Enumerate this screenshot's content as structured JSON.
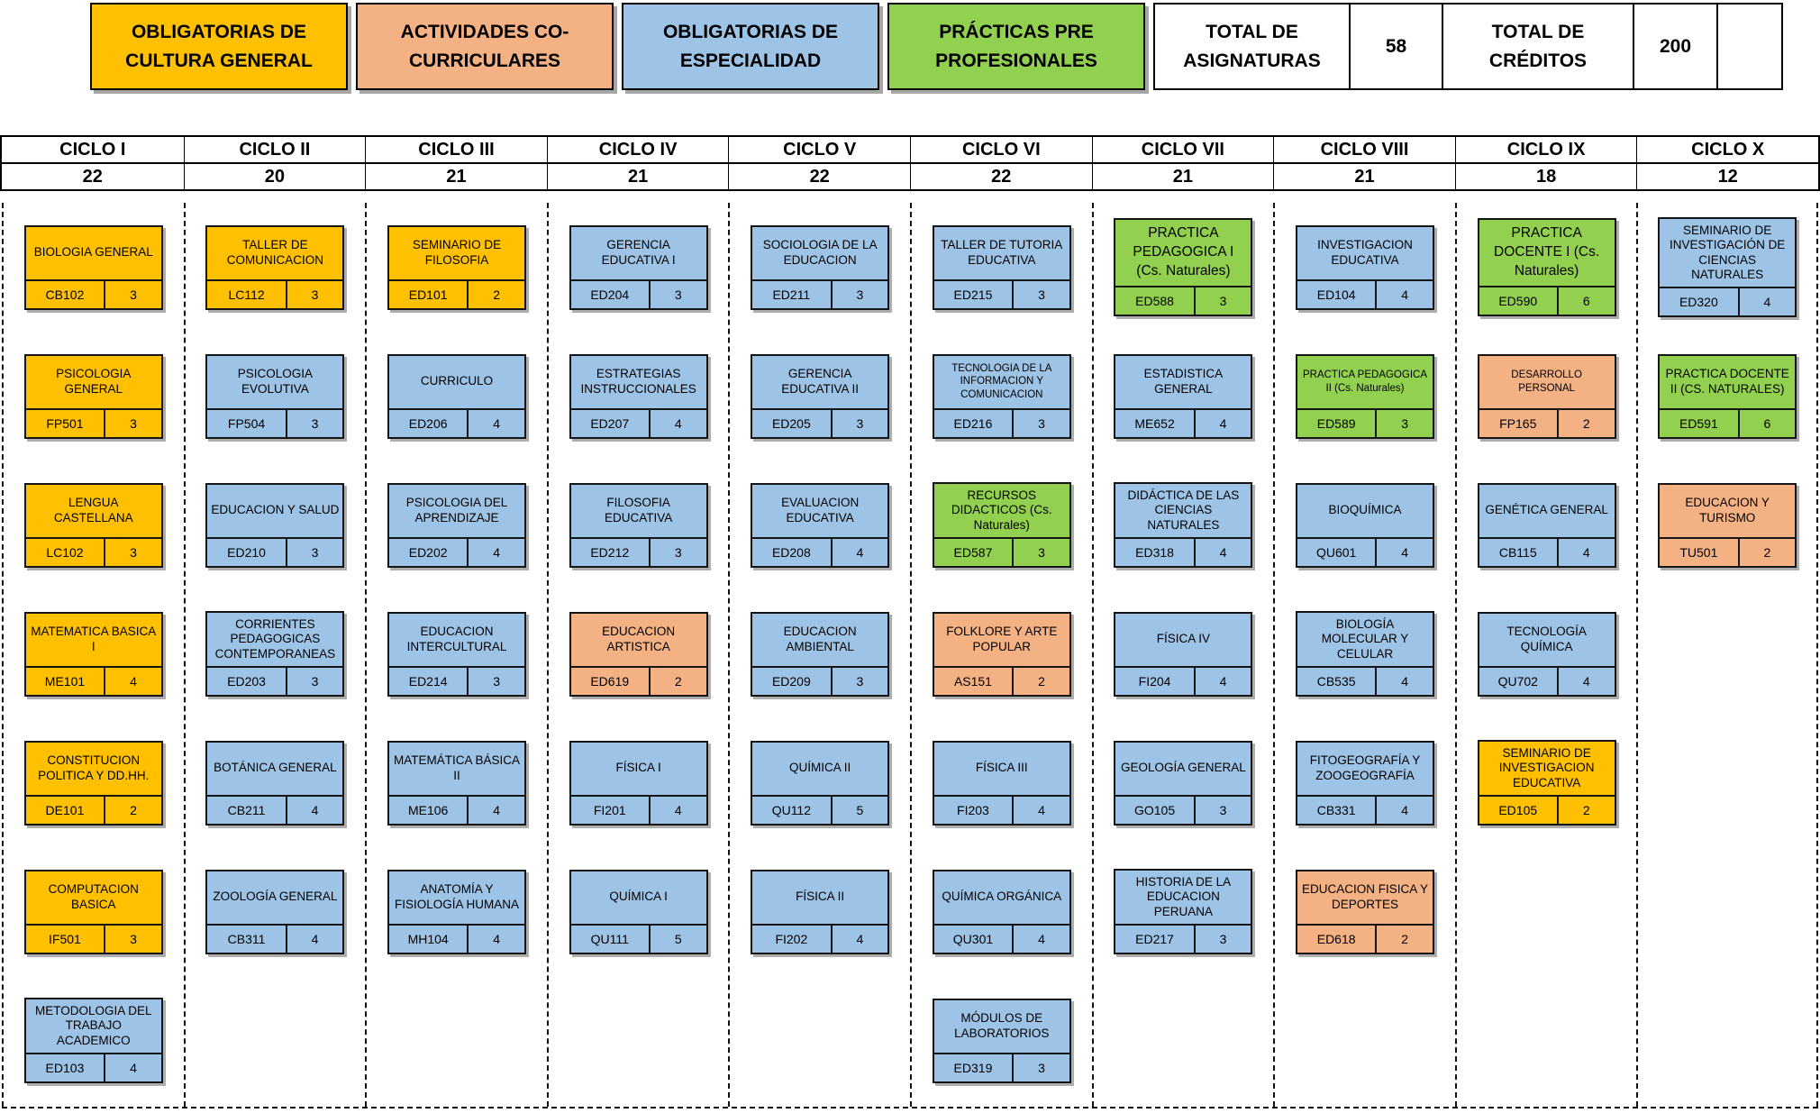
{
  "legend": {
    "categories": [
      {
        "key": "general",
        "label": "OBLIGATORIAS DE CULTURA GENERAL",
        "color": "#FFC000"
      },
      {
        "key": "cocurricular",
        "label": "ACTIVIDADES CO-CURRICULARES",
        "color": "#F4B183"
      },
      {
        "key": "especialidad",
        "label": "OBLIGATORIAS DE ESPECIALIDAD",
        "color": "#9DC3E6"
      },
      {
        "key": "practicas",
        "label": "PRÁCTICAS PRE PROFESIONALES",
        "color": "#92D050"
      }
    ],
    "totals": {
      "asignaturas_label": "TOTAL DE ASIGNATURAS",
      "asignaturas_value": "58",
      "creditos_label": "TOTAL DE CRÉDITOS",
      "creditos_value": "200"
    }
  },
  "cycles": [
    {
      "name": "CICLO I",
      "credits": "22",
      "courses": [
        {
          "title": "BIOLOGIA GENERAL",
          "code": "CB102",
          "credits": "3",
          "category": "general"
        },
        {
          "title": "PSICOLOGIA GENERAL",
          "code": "FP501",
          "credits": "3",
          "category": "general"
        },
        {
          "title": "LENGUA CASTELLANA",
          "code": "LC102",
          "credits": "3",
          "category": "general"
        },
        {
          "title": "MATEMATICA BASICA I",
          "code": "ME101",
          "credits": "4",
          "category": "general"
        },
        {
          "title": "CONSTITUCION POLITICA Y DD.HH.",
          "code": "DE101",
          "credits": "2",
          "category": "general"
        },
        {
          "title": "COMPUTACION BASICA",
          "code": "IF501",
          "credits": "3",
          "category": "general"
        },
        {
          "title": "METODOLOGIA DEL TRABAJO ACADEMICO",
          "code": "ED103",
          "credits": "4",
          "category": "especialidad"
        }
      ]
    },
    {
      "name": "CICLO II",
      "credits": "20",
      "courses": [
        {
          "title": "TALLER DE COMUNICACION",
          "code": "LC112",
          "credits": "3",
          "category": "general"
        },
        {
          "title": "PSICOLOGIA EVOLUTIVA",
          "code": "FP504",
          "credits": "3",
          "category": "especialidad"
        },
        {
          "title": "EDUCACION Y SALUD",
          "code": "ED210",
          "credits": "3",
          "category": "especialidad"
        },
        {
          "title": "CORRIENTES PEDAGOGICAS CONTEMPORANEAS",
          "code": "ED203",
          "credits": "3",
          "category": "especialidad"
        },
        {
          "title": "BOTÁNICA GENERAL",
          "code": "CB211",
          "credits": "4",
          "category": "especialidad"
        },
        {
          "title": "ZOOLOGÍA GENERAL",
          "code": "CB311",
          "credits": "4",
          "category": "especialidad"
        }
      ]
    },
    {
      "name": "CICLO III",
      "credits": "21",
      "courses": [
        {
          "title": "SEMINARIO DE FILOSOFIA",
          "code": "ED101",
          "credits": "2",
          "category": "general"
        },
        {
          "title": "CURRICULO",
          "code": "ED206",
          "credits": "4",
          "category": "especialidad"
        },
        {
          "title": "PSICOLOGIA DEL APRENDIZAJE",
          "code": "ED202",
          "credits": "4",
          "category": "especialidad"
        },
        {
          "title": "EDUCACION INTERCULTURAL",
          "code": "ED214",
          "credits": "3",
          "category": "especialidad"
        },
        {
          "title": "MATEMÁTICA BÁSICA II",
          "code": "ME106",
          "credits": "4",
          "category": "especialidad"
        },
        {
          "title": "ANATOMÍA Y FISIOLOGÍA HUMANA",
          "code": "MH104",
          "credits": "4",
          "category": "especialidad"
        }
      ]
    },
    {
      "name": "CICLO IV",
      "credits": "21",
      "courses": [
        {
          "title": "GERENCIA EDUCATIVA I",
          "code": "ED204",
          "credits": "3",
          "category": "especialidad"
        },
        {
          "title": "ESTRATEGIAS INSTRUCCIONALES",
          "code": "ED207",
          "credits": "4",
          "category": "especialidad"
        },
        {
          "title": "FILOSOFIA EDUCATIVA",
          "code": "ED212",
          "credits": "3",
          "category": "especialidad"
        },
        {
          "title": "EDUCACION ARTISTICA",
          "code": "ED619",
          "credits": "2",
          "category": "cocurricular"
        },
        {
          "title": "FÍSICA I",
          "code": "FI201",
          "credits": "4",
          "category": "especialidad"
        },
        {
          "title": "QUÍMICA I",
          "code": "QU111",
          "credits": "5",
          "category": "especialidad"
        }
      ]
    },
    {
      "name": "CICLO V",
      "credits": "22",
      "courses": [
        {
          "title": "SOCIOLOGIA DE LA EDUCACION",
          "code": "ED211",
          "credits": "3",
          "category": "especialidad"
        },
        {
          "title": "GERENCIA EDUCATIVA II",
          "code": "ED205",
          "credits": "3",
          "category": "especialidad"
        },
        {
          "title": "EVALUACION EDUCATIVA",
          "code": "ED208",
          "credits": "4",
          "category": "especialidad"
        },
        {
          "title": "EDUCACION AMBIENTAL",
          "code": "ED209",
          "credits": "3",
          "category": "especialidad"
        },
        {
          "title": "QUÍMICA II",
          "code": "QU112",
          "credits": "5",
          "category": "especialidad"
        },
        {
          "title": "FÍSICA II",
          "code": "FI202",
          "credits": "4",
          "category": "especialidad"
        }
      ]
    },
    {
      "name": "CICLO VI",
      "credits": "22",
      "courses": [
        {
          "title": "TALLER DE TUTORIA EDUCATIVA",
          "code": "ED215",
          "credits": "3",
          "category": "especialidad"
        },
        {
          "title": "TECNOLOGIA DE LA INFORMACION Y COMUNICACION",
          "code": "ED216",
          "credits": "3",
          "category": "especialidad"
        },
        {
          "title": "RECURSOS DIDACTICOS (Cs. Naturales)",
          "code": "ED587",
          "credits": "3",
          "category": "practicas"
        },
        {
          "title": "FOLKLORE Y ARTE POPULAR",
          "code": "AS151",
          "credits": "2",
          "category": "cocurricular"
        },
        {
          "title": "FÍSICA III",
          "code": "FI203",
          "credits": "4",
          "category": "especialidad"
        },
        {
          "title": "QUÍMICA ORGÁNICA",
          "code": "QU301",
          "credits": "4",
          "category": "especialidad"
        },
        {
          "title": "MÓDULOS DE LABORATORIOS",
          "code": "ED319",
          "credits": "3",
          "category": "especialidad"
        }
      ]
    },
    {
      "name": "CICLO VII",
      "credits": "21",
      "courses": [
        {
          "title": "PRACTICA PEDAGOGICA I (Cs. Naturales)",
          "code": "ED588",
          "credits": "3",
          "category": "practicas"
        },
        {
          "title": "ESTADISTICA GENERAL",
          "code": "ME652",
          "credits": "4",
          "category": "especialidad"
        },
        {
          "title": "DIDÁCTICA DE LAS CIENCIAS NATURALES",
          "code": "ED318",
          "credits": "4",
          "category": "especialidad"
        },
        {
          "title": "FÍSICA IV",
          "code": "FI204",
          "credits": "4",
          "category": "especialidad"
        },
        {
          "title": "GEOLOGÍA GENERAL",
          "code": "GO105",
          "credits": "3",
          "category": "especialidad"
        },
        {
          "title": "HISTORIA DE LA EDUCACION PERUANA",
          "code": "ED217",
          "credits": "3",
          "category": "especialidad"
        }
      ]
    },
    {
      "name": "CICLO VIII",
      "credits": "21",
      "courses": [
        {
          "title": "INVESTIGACION EDUCATIVA",
          "code": "ED104",
          "credits": "4",
          "category": "especialidad"
        },
        {
          "title": "PRACTICA PEDAGOGICA II (Cs. Naturales)",
          "code": "ED589",
          "credits": "3",
          "category": "practicas"
        },
        {
          "title": "BIOQUÍMICA",
          "code": "QU601",
          "credits": "4",
          "category": "especialidad"
        },
        {
          "title": "BIOLOGÍA MOLECULAR Y CELULAR",
          "code": "CB535",
          "credits": "4",
          "category": "especialidad"
        },
        {
          "title": "FITOGEOGRAFÍA Y ZOOGEOGRAFÍA",
          "code": "CB331",
          "credits": "4",
          "category": "especialidad"
        },
        {
          "title": "EDUCACION FISICA Y DEPORTES",
          "code": "ED618",
          "credits": "2",
          "category": "cocurricular"
        }
      ]
    },
    {
      "name": "CICLO IX",
      "credits": "18",
      "courses": [
        {
          "title": "PRACTICA DOCENTE I (Cs. Naturales)",
          "code": "ED590",
          "credits": "6",
          "category": "practicas"
        },
        {
          "title": "DESARROLLO PERSONAL",
          "code": "FP165",
          "credits": "2",
          "category": "cocurricular"
        },
        {
          "title": "GENÉTICA GENERAL",
          "code": "CB115",
          "credits": "4",
          "category": "especialidad"
        },
        {
          "title": "TECNOLOGÍA QUÍMICA",
          "code": "QU702",
          "credits": "4",
          "category": "especialidad"
        },
        {
          "title": "SEMINARIO DE INVESTIGACION EDUCATIVA",
          "code": "ED105",
          "credits": "2",
          "category": "general"
        }
      ]
    },
    {
      "name": "CICLO X",
      "credits": "12",
      "courses": [
        {
          "title": "SEMINARIO DE INVESTIGACIÓN DE CIENCIAS NATURALES",
          "code": "ED320",
          "credits": "4",
          "category": "especialidad"
        },
        {
          "title": "PRACTICA DOCENTE II (CS. NATURALES)",
          "code": "ED591",
          "credits": "6",
          "category": "practicas"
        },
        {
          "title": "EDUCACION Y TURISMO",
          "code": "TU501",
          "credits": "2",
          "category": "cocurricular"
        }
      ]
    }
  ]
}
